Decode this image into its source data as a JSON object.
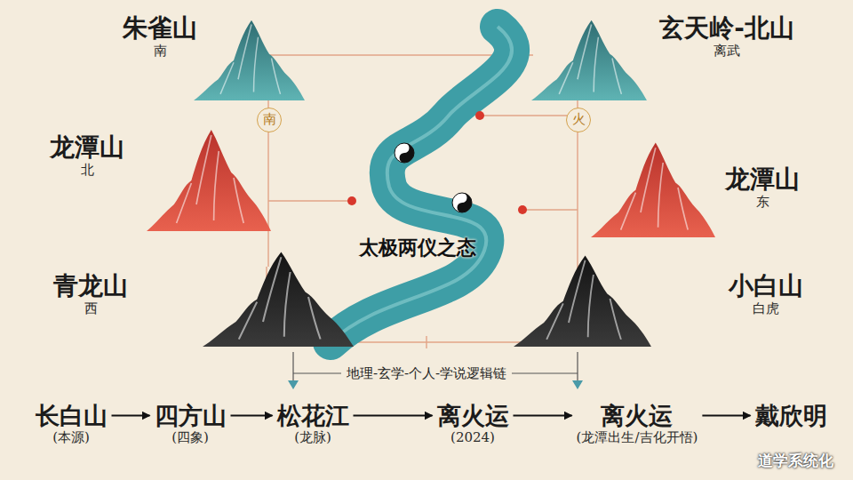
{
  "diagram": {
    "nodes": [
      {
        "text": [
          "朱雀山",
          "南"
        ]
      },
      {
        "text": [
          "玄天岭-北山",
          "离武"
        ]
      },
      {
        "text": [
          "南"
        ]
      },
      {
        "text": [
          "火"
        ]
      },
      {
        "text": [
          "龙潭山",
          "北"
        ]
      },
      {
        "text": [
          "龙潭山",
          "东"
        ]
      },
      {
        "text": [
          "青龙山",
          "西"
        ]
      },
      {
        "text": [
          "小白山",
          "白虎"
        ]
      },
      {
        "text": [
          "长白山",
          "(本源)"
        ]
      },
      {
        "text": [
          "四方山",
          "(四象)"
        ]
      },
      {
        "text": [
          "松花江",
          "(龙脉)"
        ]
      },
      {
        "text": [
          "离火运",
          "(2024)"
        ]
      },
      {
        "text": [
          "离火运",
          "(龙潭出生/吉化开悟)"
        ]
      },
      {
        "text": [
          "戴欣明"
        ]
      }
    ],
    "edges": [
      {
        "from": 8,
        "to": 9,
        "arrow": "to"
      },
      {
        "from": 9,
        "to": 10,
        "arrow": "to"
      },
      {
        "from": 10,
        "to": 11,
        "arrow": "to"
      },
      {
        "from": 11,
        "to": 12,
        "arrow": "to"
      },
      {
        "from": 12,
        "to": 13,
        "arrow": "to"
      }
    ],
    "labels": [
      "太极两仪之态",
      "地理-玄学-个人-学说逻辑链",
      "道学系统化"
    ]
  }
}
